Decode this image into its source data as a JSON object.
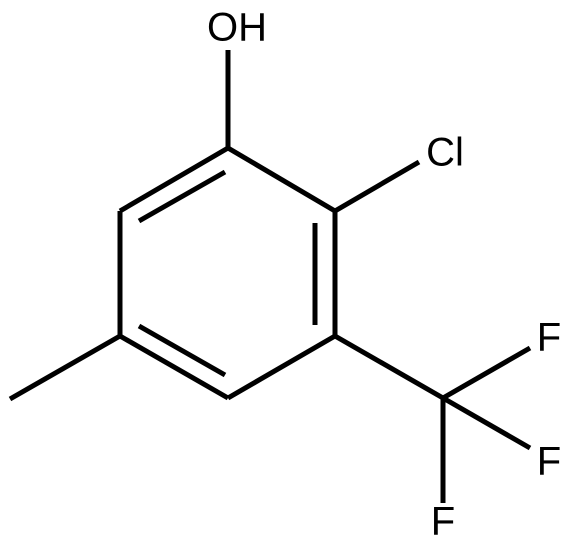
{
  "molecule": {
    "labels": {
      "hydroxyl": "OH",
      "chloro": "Cl",
      "fluorine_1": "F",
      "fluorine_2": "F",
      "fluorine_3": "F"
    },
    "colors": {
      "bond": "#000000",
      "text": "#000000",
      "background": "#ffffff"
    }
  }
}
